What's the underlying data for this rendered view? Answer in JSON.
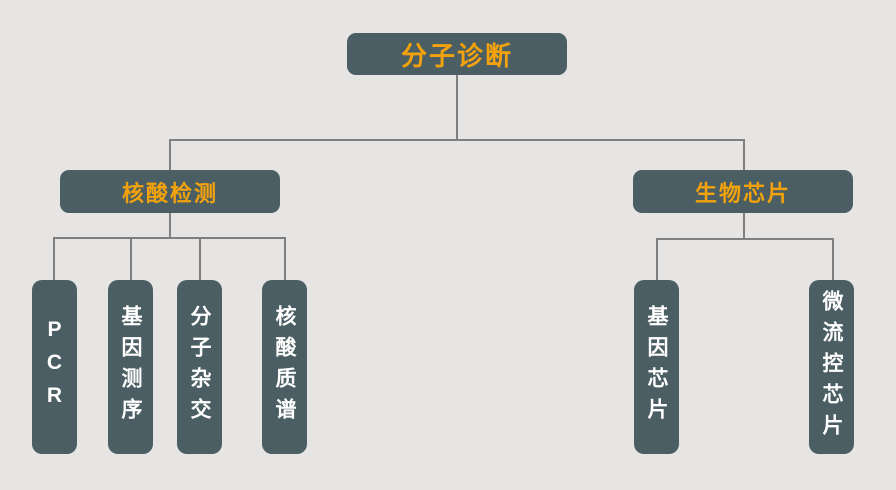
{
  "diagram": {
    "root": {
      "label": "分子诊断"
    },
    "branches": [
      {
        "label": "核酸检测",
        "children": [
          {
            "label": "PCR"
          },
          {
            "label": "基因测序"
          },
          {
            "label": "分子杂交"
          },
          {
            "label": "核酸质谱"
          }
        ]
      },
      {
        "label": "生物芯片",
        "children": [
          {
            "label": "基因芯片"
          },
          {
            "label": "微流控芯片"
          }
        ]
      }
    ],
    "colors": {
      "background": "#e6e5e4",
      "node_fill": "#4b5e63",
      "accent_text": "#f2a20d",
      "leaf_text": "#ffffff",
      "connector": "#7f7f7f"
    }
  }
}
